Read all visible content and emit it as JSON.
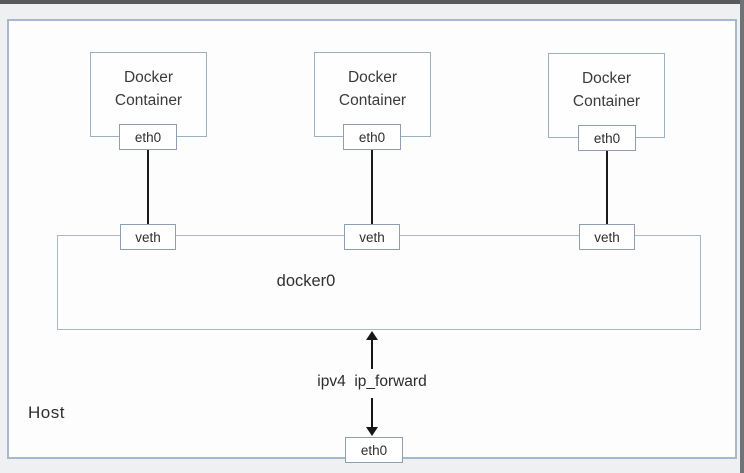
{
  "diagram": {
    "host_label": "Host",
    "containers": [
      {
        "title_line1": "Docker",
        "title_line2": "Container",
        "port_label": "eth0"
      },
      {
        "title_line1": "Docker",
        "title_line2": "Container",
        "port_label": "eth0"
      },
      {
        "title_line1": "Docker",
        "title_line2": "Container",
        "port_label": "eth0"
      }
    ],
    "bridge": {
      "label": "docker0",
      "veth_labels": [
        "veth",
        "veth",
        "veth"
      ]
    },
    "forward_label": "ipv4  ip_forward",
    "host_nic_label": "eth0"
  },
  "colors": {
    "outside_background": "#eef0f2",
    "inside_background": "#fdfdfe",
    "host_border": "#a6b8c9",
    "small_box_border": "#8e9fb1",
    "container_border": "#9db0c2",
    "line_color": "#161616",
    "text_color": "#2d2d2d",
    "top_edge": "#595a5c",
    "right_edge": "#6f7376"
  }
}
